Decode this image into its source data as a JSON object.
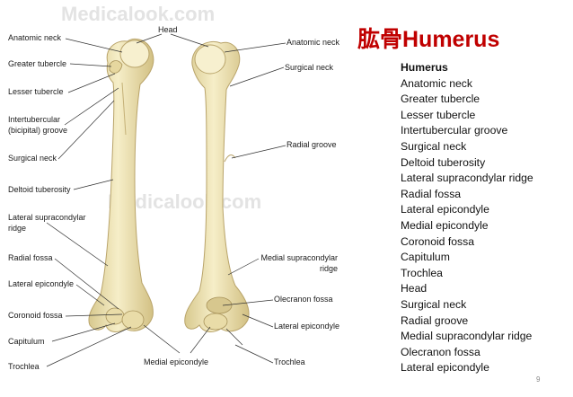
{
  "watermarks": [
    "Medicalook.com",
    "Medicalook.com"
  ],
  "figure": {
    "labels": {
      "head": "Head",
      "anatomic_neck_left": "Anatomic neck",
      "greater_tubercle": "Greater tubercle",
      "lesser_tubercle": "Lesser tubercle",
      "intertubercular_1": "Intertubercular",
      "intertubercular_2": "(bicipital) groove",
      "surgical_neck_left": "Surgical neck",
      "deltoid_tuberosity": "Deltoid tuberosity",
      "lateral_supracondylar_1": "Lateral supracondylar",
      "lateral_supracondylar_2": "ridge",
      "radial_fossa": "Radial fossa",
      "lateral_epicondyle_left": "Lateral epicondyle",
      "coronoid_fossa": "Coronoid fossa",
      "capitulum": "Capitulum",
      "trochlea_left": "Trochlea",
      "medial_epicondyle": "Medial epicondyle",
      "anatomic_neck_right": "Anatomic neck",
      "surgical_neck_right": "Surgical neck",
      "radial_groove": "Radial groove",
      "medial_supracondylar_1": "Medial supracondylar",
      "medial_supracondylar_2": "ridge",
      "olecranon_fossa": "Olecranon fossa",
      "lateral_epicondyle_right": "Lateral epicondyle",
      "trochlea_right": "Trochlea"
    }
  },
  "slide": {
    "title": "肱骨Humerus",
    "list_header": "Humerus",
    "terms": [
      "Anatomic neck",
      "Greater tubercle",
      "Lesser tubercle",
      "Intertubercular groove",
      "Surgical neck",
      "Deltoid tuberosity",
      "Lateral supracondylar ridge",
      "Radial fossa",
      "Lateral epicondyle",
      "Medial epicondyle",
      "Coronoid fossa",
      "Capitulum",
      "Trochlea",
      "Head",
      "Surgical neck",
      "Radial groove",
      "Medial supracondylar ridge",
      "Olecranon fossa",
      "Lateral epicondyle"
    ],
    "page_number": "9"
  },
  "colors": {
    "title": "#c00000",
    "bone_fill": "#efe3b0",
    "bone_stroke": "#b9a46a",
    "leader_line": "#333333",
    "watermark": "#e3e3e3"
  }
}
